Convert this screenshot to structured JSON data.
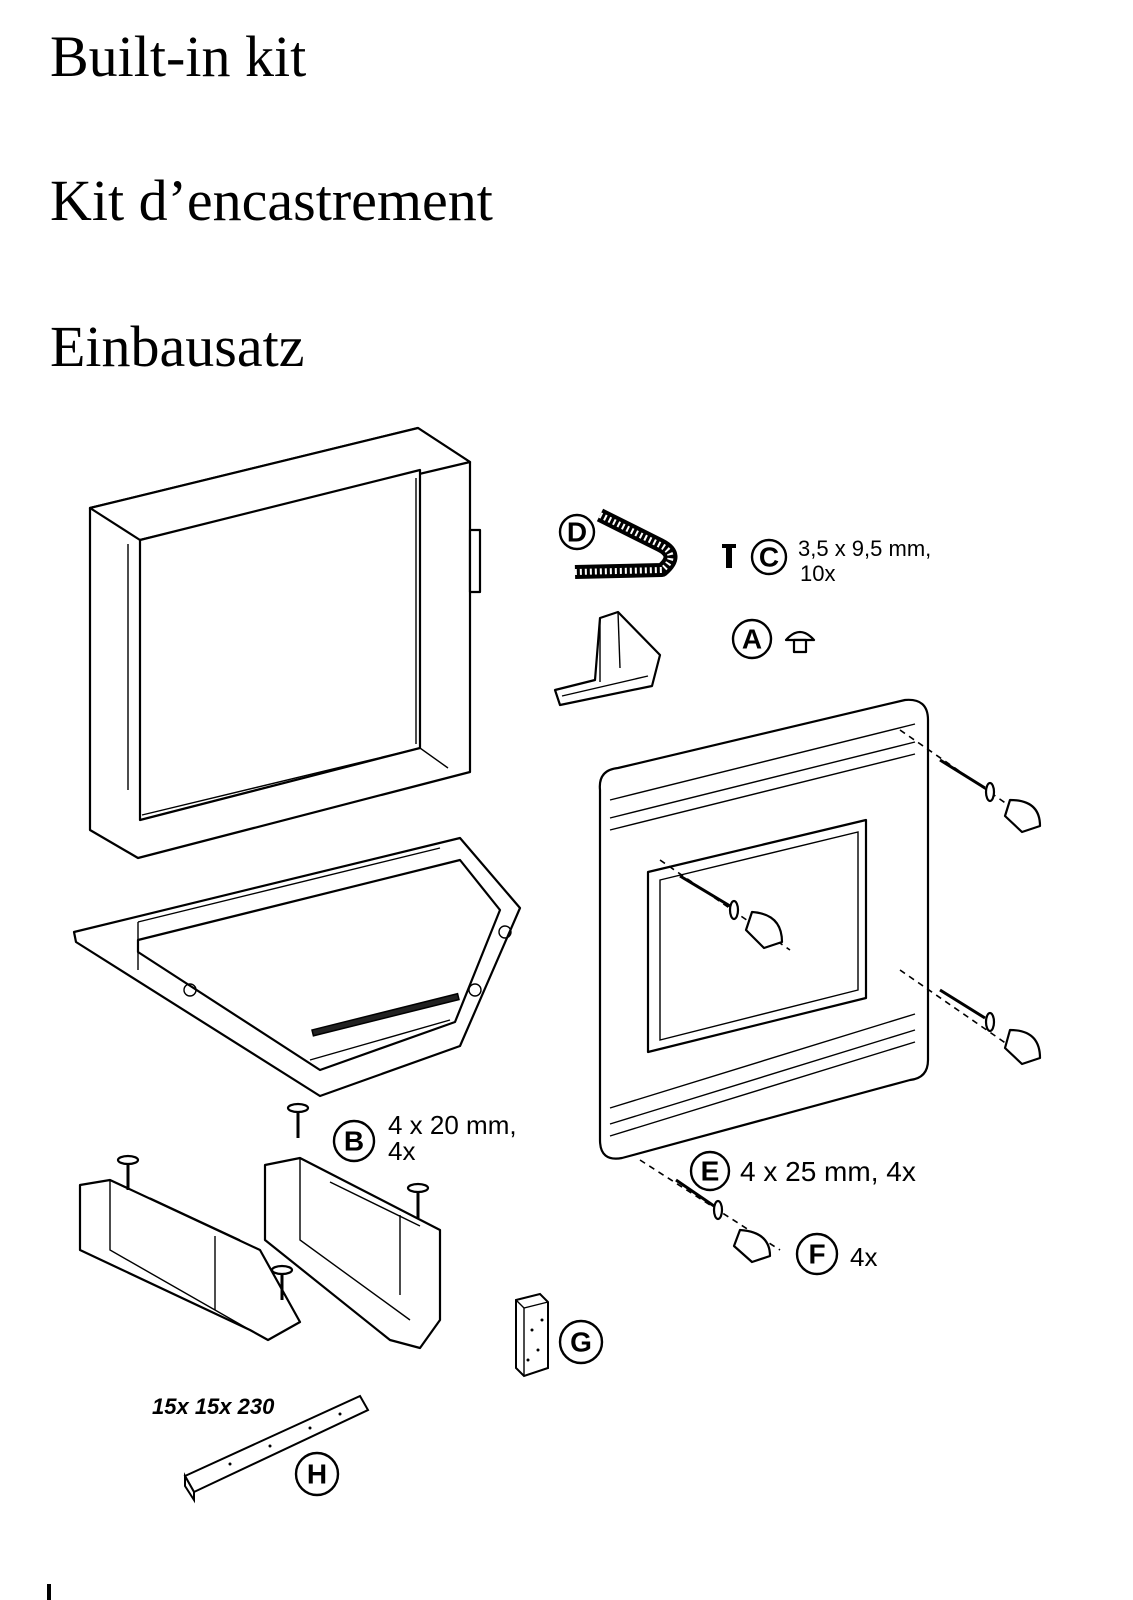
{
  "titles": {
    "english": "Built-in kit",
    "french": "Kit d’encastrement",
    "german": "Einbausatz"
  },
  "parts": {
    "A": {
      "letter": "A"
    },
    "B": {
      "letter": "B",
      "spec_line1": "4 x 20 mm,",
      "spec_line2": "4x"
    },
    "C": {
      "letter": "C",
      "spec_line1": "3,5 x 9,5 mm,",
      "spec_line2": "10x"
    },
    "D": {
      "letter": "D"
    },
    "E": {
      "letter": "E",
      "spec": "4 x 25 mm, 4x"
    },
    "F": {
      "letter": "F",
      "spec": "4x"
    },
    "G": {
      "letter": "G"
    },
    "H": {
      "letter": "H",
      "dimension": "15x 15x 230"
    }
  }
}
